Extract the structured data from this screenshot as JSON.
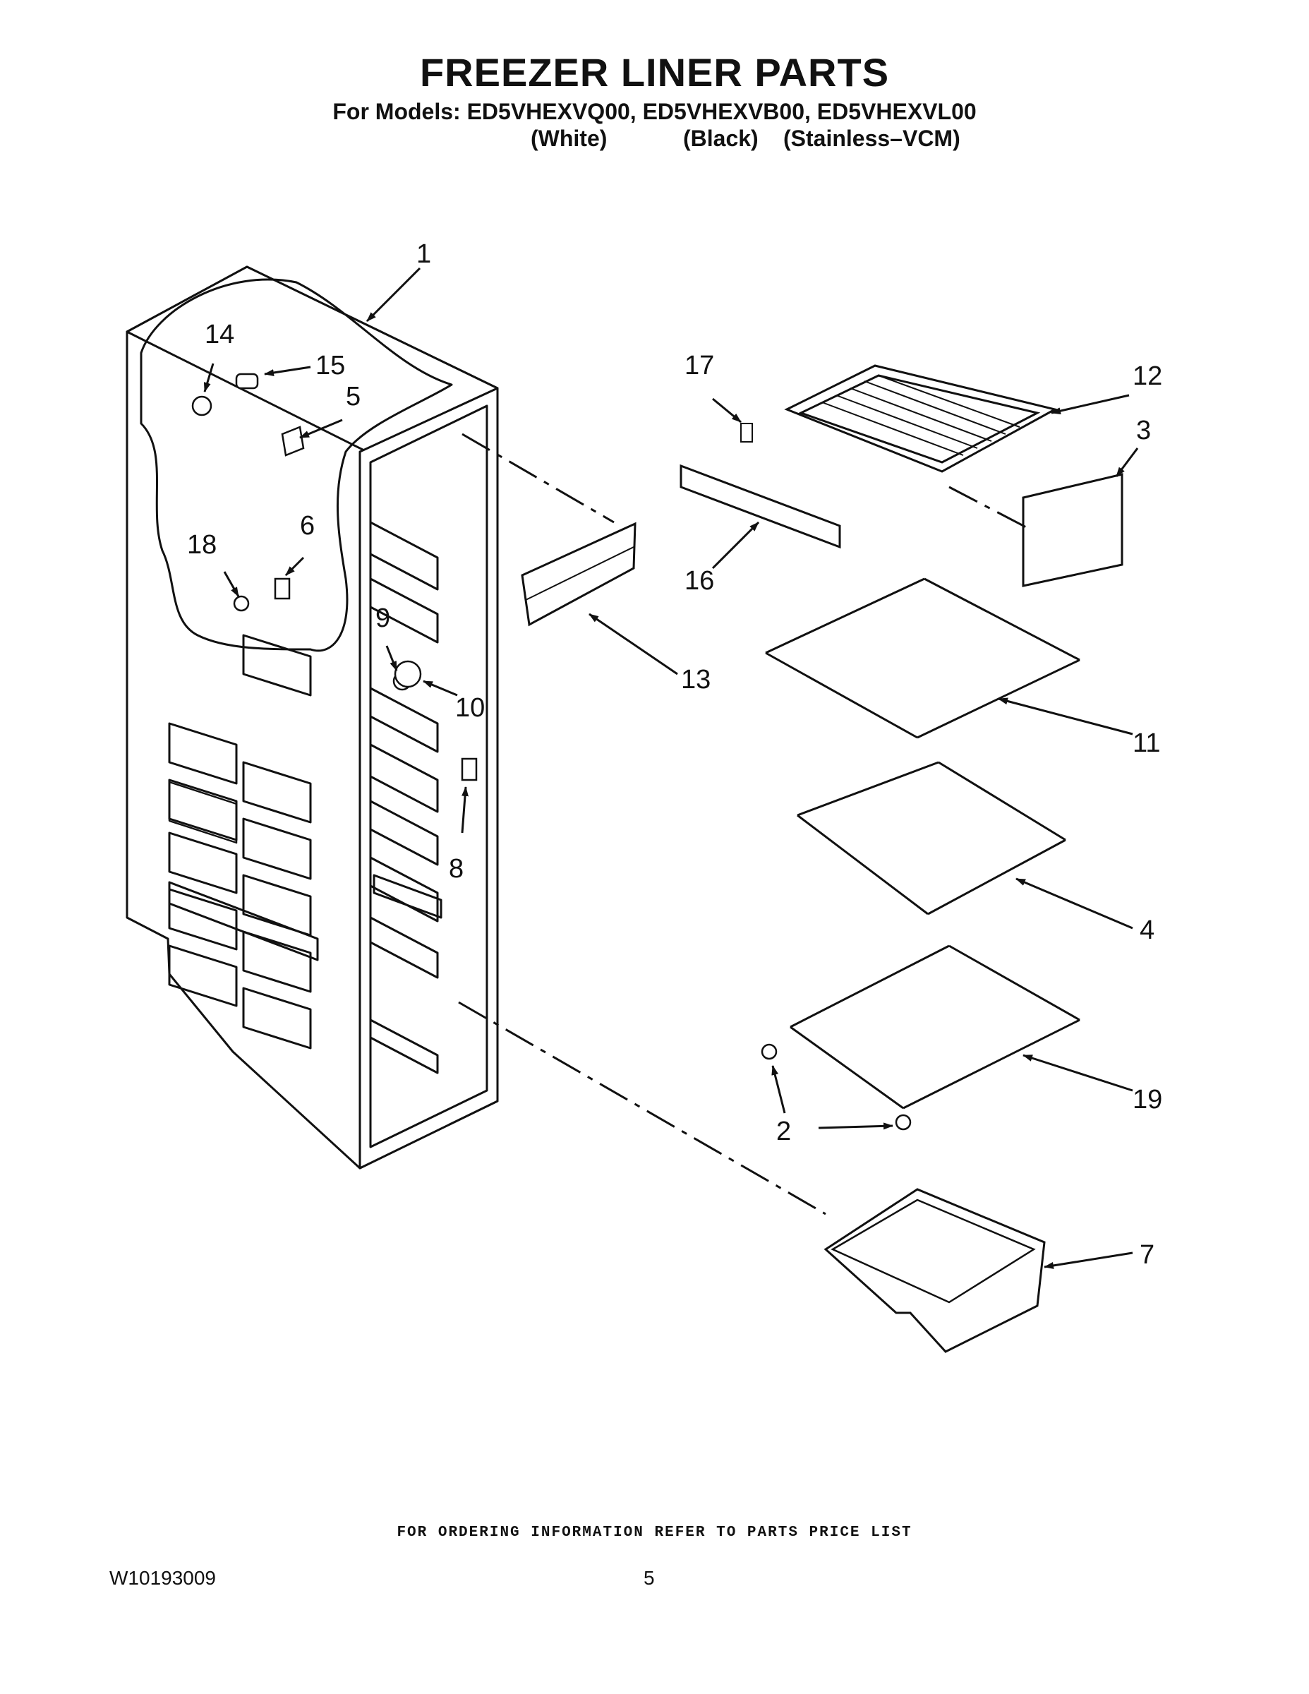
{
  "header": {
    "title": "FREEZER LINER PARTS",
    "models_line": "For Models: ED5VHEXVQ00, ED5VHEXVB00, ED5VHEXVL00",
    "variants": [
      "(White)",
      "(Black)",
      "(Stainless–VCM)"
    ]
  },
  "callouts": [
    "1",
    "14",
    "15",
    "5",
    "6",
    "18",
    "9",
    "10",
    "8",
    "13",
    "17",
    "16",
    "12",
    "3",
    "11",
    "4",
    "19",
    "2",
    "7"
  ],
  "footer": {
    "note": "FOR ORDERING INFORMATION REFER TO PARTS PRICE LIST",
    "doc_number": "W10193009",
    "page_number": "5"
  }
}
